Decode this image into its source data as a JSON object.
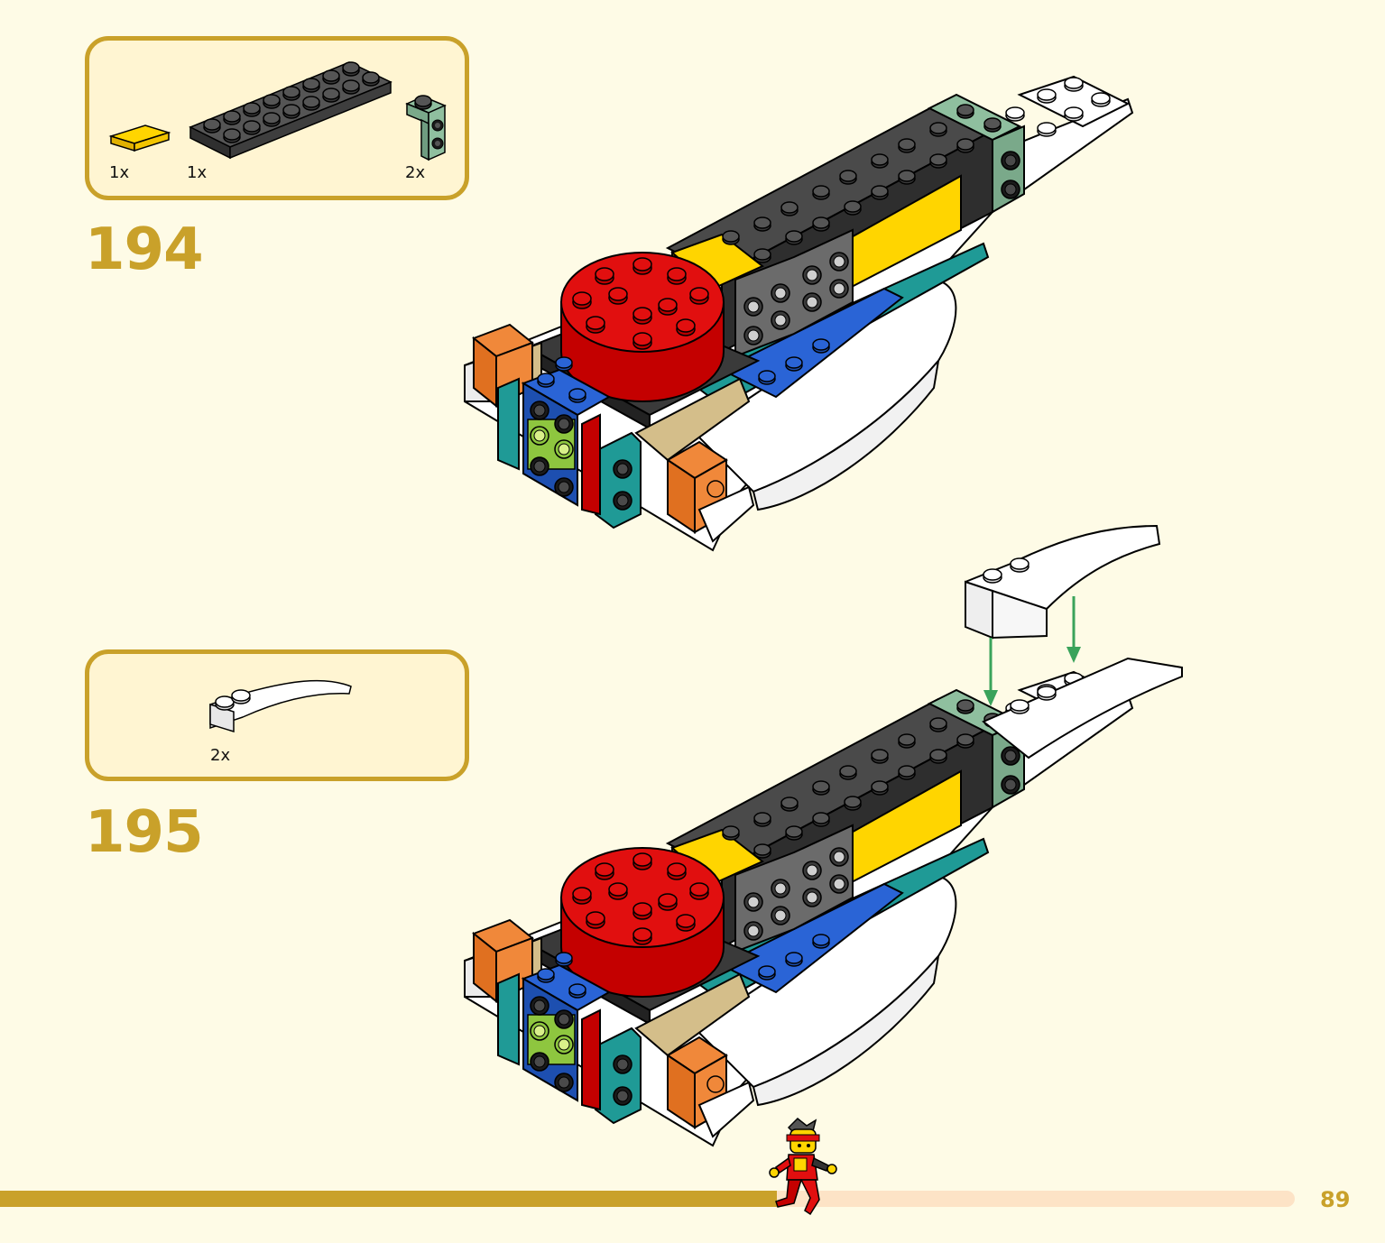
{
  "steps": [
    {
      "number": "194",
      "parts": [
        {
          "qty": "1x",
          "part": "yellow-tile-1x2-icon"
        },
        {
          "qty": "1x",
          "part": "dark-gray-plate-2x8-icon"
        },
        {
          "qty": "2x",
          "part": "sand-green-bracket-icon"
        }
      ]
    },
    {
      "number": "195",
      "parts": [
        {
          "qty": "2x",
          "part": "white-curved-slope-icon"
        }
      ]
    }
  ],
  "footer": {
    "page_number": "89",
    "progress": 0.6,
    "mascot": "running-minifigure-icon"
  },
  "colors": {
    "accent_gold": "#c9a12a",
    "page_bg": "#fefbe6",
    "box_bg": "#fff5d2",
    "progress_track": "#fde3c6",
    "arrow_green": "#3aa35b"
  }
}
